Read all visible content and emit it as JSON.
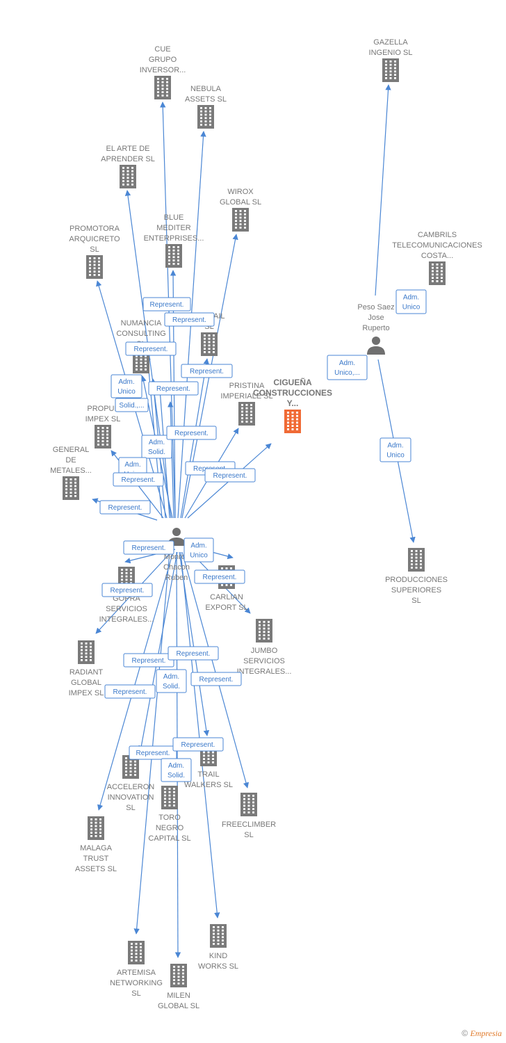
{
  "colors": {
    "edge": "#4a86d4",
    "label_border": "#4a86d4",
    "label_text": "#3a78c9",
    "company": "#7a7a7a",
    "company_main": "#f06a35",
    "person": "#6f6f6f",
    "text": "#777777"
  },
  "nodes": [
    {
      "id": "cue",
      "type": "company",
      "lines": [
        "CUE",
        "GRUPO",
        "INVERSOR..."
      ]
    },
    {
      "id": "nebula",
      "type": "company",
      "lines": [
        "NEBULA",
        "ASSETS SL"
      ]
    },
    {
      "id": "elarte",
      "type": "company",
      "lines": [
        "EL ARTE DE",
        "APRENDER SL"
      ]
    },
    {
      "id": "wirox",
      "type": "company",
      "lines": [
        "WIROX",
        "GLOBAL SL"
      ]
    },
    {
      "id": "blue",
      "type": "company",
      "lines": [
        "BLUE",
        "MEDITER",
        "ENTERPRISES..."
      ]
    },
    {
      "id": "promotora",
      "type": "company",
      "lines": [
        "PROMOTORA",
        "ARQUICRETO",
        "SL"
      ]
    },
    {
      "id": "numancia",
      "type": "company",
      "lines": [
        "NUMANCIA",
        "CONSULTING",
        "SL"
      ]
    },
    {
      "id": "softail",
      "type": "company",
      "lines": [
        "SOFTAIL",
        "SL"
      ]
    },
    {
      "id": "pristina",
      "type": "company",
      "lines": [
        "PRISTINA",
        "IMPERIALE SL"
      ]
    },
    {
      "id": "ciguena",
      "type": "company_main",
      "lines": [
        "CIGUEÑA",
        "CONSTRUCCIONES",
        "Y..."
      ]
    },
    {
      "id": "propul",
      "type": "company",
      "lines": [
        "PROPUL",
        "IMPEX SL"
      ]
    },
    {
      "id": "general",
      "type": "company",
      "lines": [
        "GENERAL",
        "DE",
        "METALES..."
      ]
    },
    {
      "id": "monroy",
      "type": "person",
      "lines": [
        "Monroy",
        "Chacon",
        "Ruben"
      ]
    },
    {
      "id": "gopra",
      "type": "company",
      "lines": [
        "GOPRA",
        "SERVICIOS",
        "INTEGRALES..."
      ]
    },
    {
      "id": "carlian",
      "type": "company",
      "lines": [
        "CARLIAN",
        "EXPORT SL"
      ]
    },
    {
      "id": "jumbo",
      "type": "company",
      "lines": [
        "JUMBO",
        "SERVICIOS",
        "INTEGRALES..."
      ]
    },
    {
      "id": "radiant",
      "type": "company",
      "lines": [
        "RADIANT",
        "GLOBAL",
        "IMPEX SL"
      ]
    },
    {
      "id": "acceleron",
      "type": "company",
      "lines": [
        "ACCELERON",
        "INNOVATION",
        "SL"
      ]
    },
    {
      "id": "trail",
      "type": "company",
      "lines": [
        "TRAIL",
        "WALKERS SL"
      ]
    },
    {
      "id": "toro",
      "type": "company",
      "lines": [
        "TORO",
        "NEGRO",
        "CAPITAL SL"
      ]
    },
    {
      "id": "freeclimber",
      "type": "company",
      "lines": [
        "FREECLIMBER",
        "SL"
      ]
    },
    {
      "id": "malaga",
      "type": "company",
      "lines": [
        "MALAGA",
        "TRUST",
        "ASSETS SL"
      ]
    },
    {
      "id": "kind",
      "type": "company",
      "lines": [
        "KIND",
        "WORKS SL"
      ]
    },
    {
      "id": "artemisa",
      "type": "company",
      "lines": [
        "ARTEMISA",
        "NETWORKING",
        "SL"
      ]
    },
    {
      "id": "milen",
      "type": "company",
      "lines": [
        "MILEN",
        "GLOBAL SL"
      ]
    },
    {
      "id": "gazella",
      "type": "company",
      "lines": [
        "GAZELLA",
        "INGENIO SL"
      ]
    },
    {
      "id": "cambrils",
      "type": "company",
      "lines": [
        "CAMBRILS",
        "TELECOMUNICACIONES",
        "COSTA..."
      ]
    },
    {
      "id": "peso",
      "type": "person",
      "lines": [
        "Peso Saez",
        "Jose",
        "Ruperto"
      ]
    },
    {
      "id": "producciones",
      "type": "company",
      "lines": [
        "PRODUCCIONES",
        "SUPERIORES",
        "SL"
      ]
    }
  ],
  "edge_labels": [
    [
      "Represent."
    ],
    [
      "Represent."
    ],
    [
      "Represent."
    ],
    [
      "Represent."
    ],
    [
      "Adm.",
      "Unico"
    ],
    [
      "Solid.,..."
    ],
    [
      "Represent."
    ],
    [
      "Adm.",
      "Solid."
    ],
    [
      "Represent."
    ],
    [
      "Represent."
    ],
    [
      "Adm.",
      "Unico"
    ],
    [
      "Represent."
    ],
    [
      "Represent."
    ],
    [
      "Represent."
    ],
    [
      "Adm.",
      "Unico"
    ],
    [
      "Represent."
    ],
    [
      "Represent."
    ],
    [
      "Represent."
    ],
    [
      "Represent."
    ],
    [
      "Adm.",
      "Solid."
    ],
    [
      "Represent."
    ],
    [
      "Represent."
    ],
    [
      "Represent."
    ],
    [
      "Represent."
    ],
    [
      "Adm.",
      "Solid."
    ],
    [
      "Represent."
    ],
    [
      "Adm.",
      "Unico"
    ],
    [
      "Adm.",
      "Unico,..."
    ],
    [
      "Adm.",
      "Unico"
    ]
  ],
  "footer": {
    "copyright": "©",
    "brand": "Empresia"
  }
}
